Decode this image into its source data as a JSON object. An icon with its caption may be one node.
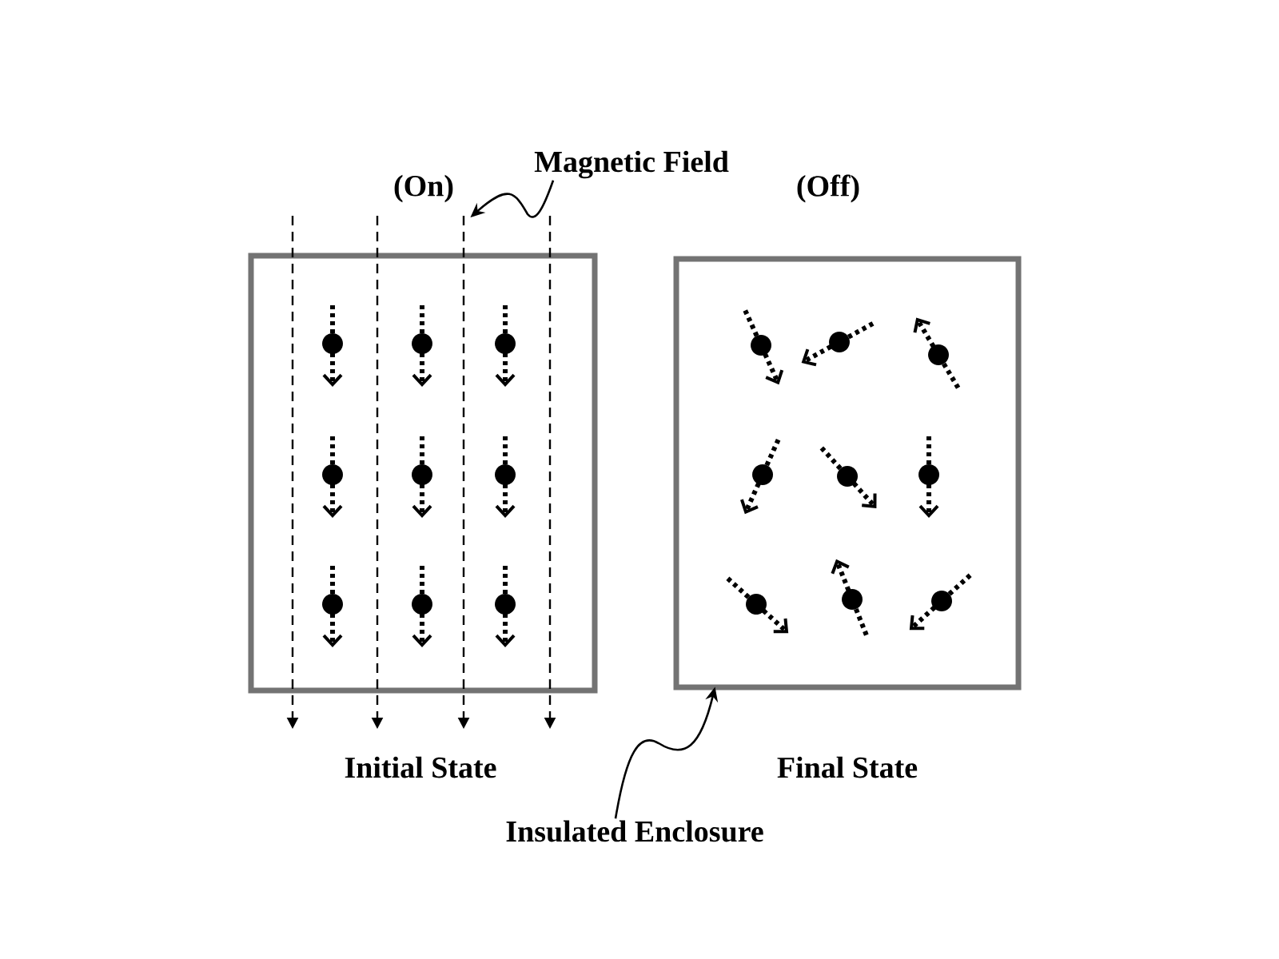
{
  "diagram": {
    "nodes": [
      {
        "text": [],
        "shape": "box"
      },
      {
        "text": [],
        "shape": "box"
      },
      {
        "text": [
          "Magnetic Field"
        ]
      },
      {
        "text": [
          "Insulated Enclosure"
        ]
      },
      {
        "text": [],
        "shape": "line"
      },
      {
        "text": [],
        "shape": "line"
      },
      {
        "text": [],
        "shape": "line"
      },
      {
        "text": [],
        "shape": "line"
      }
    ],
    "edges": [
      {
        "from": 2,
        "to": 6,
        "arrow": "to"
      },
      {
        "from": 3,
        "to": 1,
        "arrow": "to"
      }
    ],
    "labels": [
      "(On)",
      "(Off)",
      "Initial State",
      "Final State"
    ]
  }
}
